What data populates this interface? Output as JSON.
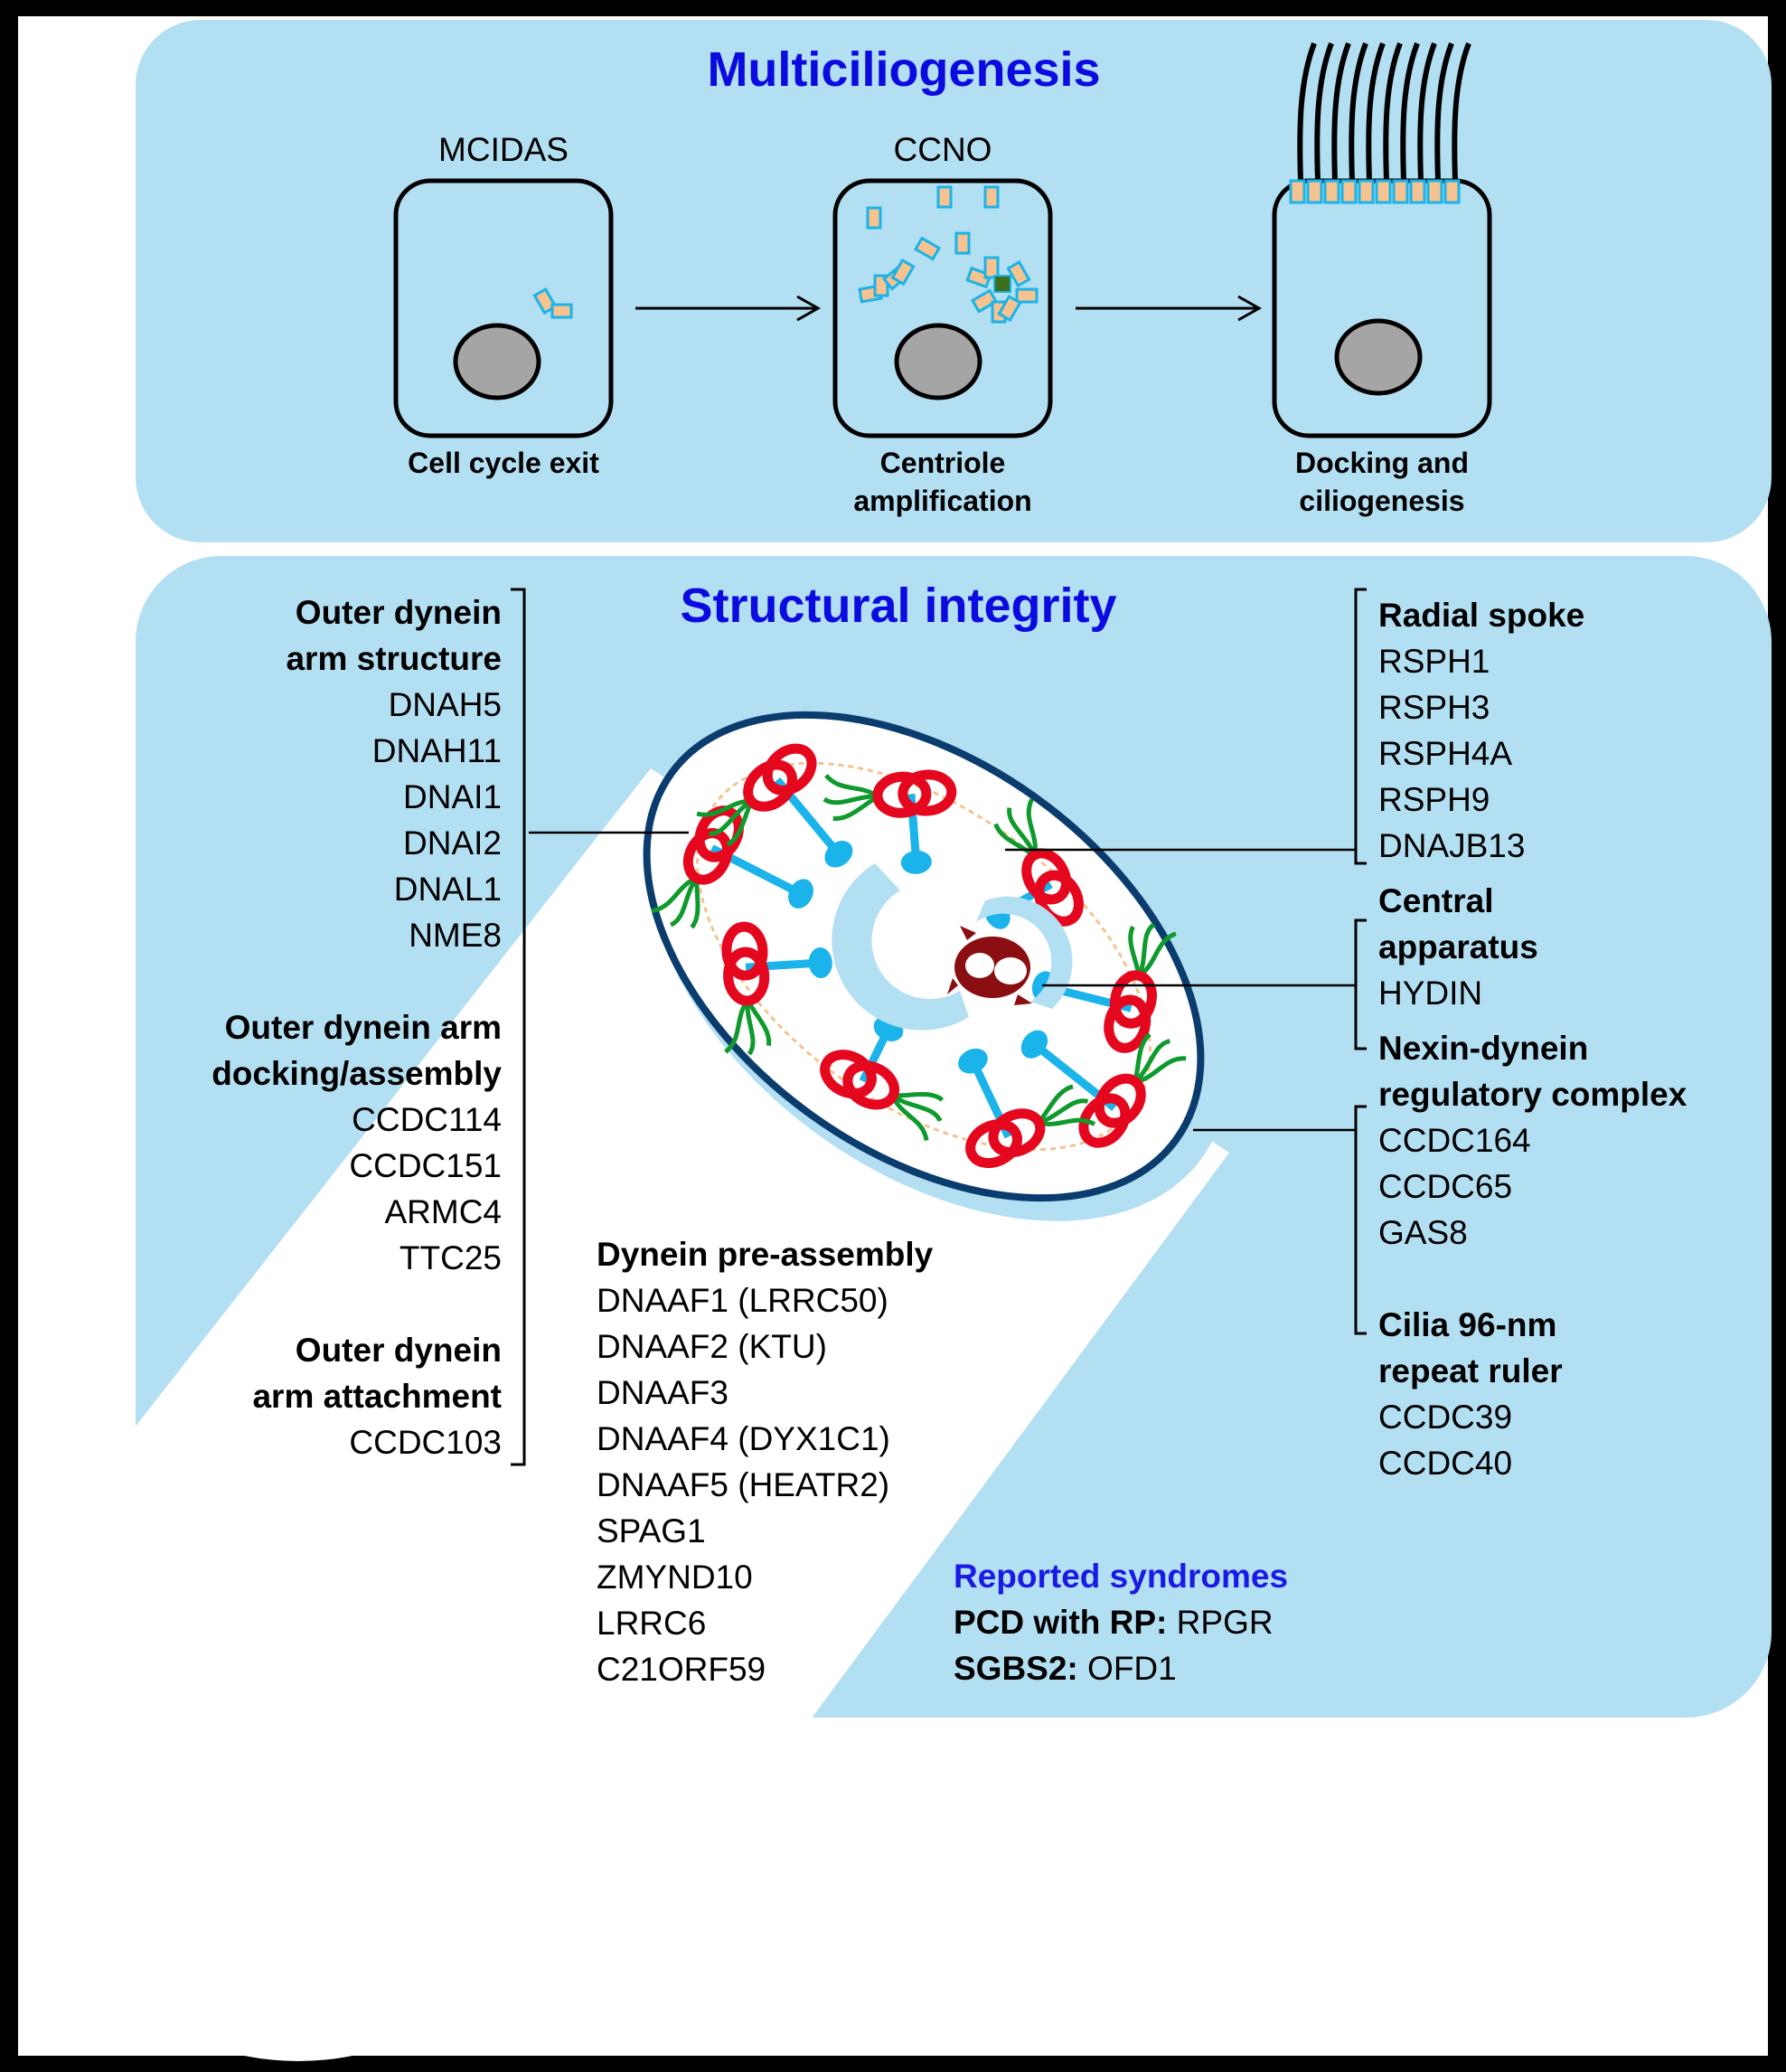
{
  "colors": {
    "panel": "#b3dff2",
    "title": "#0b0be0",
    "cilia_blue": "#1ab3ea",
    "dynein_red": "#e4071e",
    "nexin_green": "#0e9a2c",
    "central_red": "#8b0f12",
    "orange_rect": "#f6c28f",
    "nucleus": "#a5a5a5"
  },
  "multiciliogenesis": {
    "title": "Multiciliogenesis",
    "stages": [
      {
        "gene": "MCIDAS",
        "caption": [
          "Cell cycle exit"
        ]
      },
      {
        "gene": "CCNO",
        "caption": [
          "Centriole",
          "amplification"
        ]
      },
      {
        "gene": "",
        "caption": [
          "Docking and",
          "ciliogenesis"
        ]
      }
    ]
  },
  "structural": {
    "title": "Structural integrity",
    "left_groups": [
      {
        "heading": [
          "Outer dynein",
          "arm structure"
        ],
        "genes": [
          "DNAH5",
          "DNAH11",
          "DNAI1",
          "DNAI2",
          "DNAL1",
          "NME8"
        ]
      },
      {
        "heading": [
          "Outer dynein arm",
          "docking/assembly"
        ],
        "genes": [
          "CCDC114",
          "CCDC151",
          "ARMC4",
          "TTC25"
        ]
      },
      {
        "heading": [
          "Outer dynein",
          "arm attachment"
        ],
        "genes": [
          "CCDC103"
        ]
      }
    ],
    "right_groups": [
      {
        "heading": [
          "Radial spoke"
        ],
        "genes": [
          "RSPH1",
          "RSPH3",
          "RSPH4A",
          "RSPH9",
          "DNAJB13"
        ]
      },
      {
        "heading": [
          "Central",
          "apparatus"
        ],
        "genes": [
          "HYDIN"
        ]
      },
      {
        "heading": [
          "Nexin-dynein",
          "regulatory complex"
        ],
        "genes": [
          "CCDC164",
          "CCDC65",
          "GAS8"
        ]
      },
      {
        "heading": [
          "Cilia 96-nm",
          "repeat ruler"
        ],
        "genes": [
          "CCDC39",
          "CCDC40"
        ]
      }
    ],
    "preassembly": {
      "heading": "Dynein pre-assembly",
      "genes": [
        "DNAAF1 (LRRC50)",
        "DNAAF2 (KTU)",
        "DNAAF3",
        "DNAAF4 (DYX1C1)",
        "DNAAF5 (HEATR2)",
        "SPAG1",
        "ZMYND10",
        "LRRC6",
        "C21ORF59"
      ]
    },
    "syndromes": {
      "heading": "Reported syndromes",
      "items": [
        {
          "label": "PCD with RP:",
          "gene": " RPGR"
        },
        {
          "label": "SGBS2:",
          "gene": " OFD1"
        }
      ]
    }
  }
}
